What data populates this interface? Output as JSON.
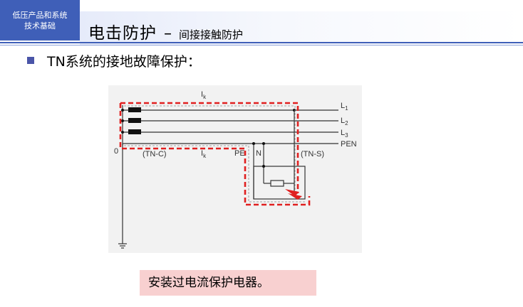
{
  "header": {
    "corner_line1": "低压产品和系统",
    "corner_line2": "技术基础",
    "title_main": "电击防护",
    "title_dash": "–",
    "title_sub": "间接接触防护"
  },
  "content": {
    "bullet_text": "TN系统的接地故障保护："
  },
  "diagram": {
    "labels": {
      "ik_top": "I",
      "ik_top_sub": "k",
      "ik_mid": "I",
      "ik_mid_sub": "k",
      "l1": "L",
      "l1_sub": "1",
      "l2": "L",
      "l2_sub": "2",
      "l3": "L",
      "l3_sub": "3",
      "pen": "PEN",
      "zero": "0",
      "tnc": "(TN-C)",
      "tns": "(TN-S)",
      "pe": "PE",
      "n": "N"
    },
    "colors": {
      "line": "#333333",
      "fault_path": "#e02020",
      "background": "#f2f2f2"
    }
  },
  "note": {
    "text": "安装过电流保护电器。"
  },
  "colors": {
    "accent": "#3f5fb8",
    "note_bg": "#f8d0d0"
  }
}
